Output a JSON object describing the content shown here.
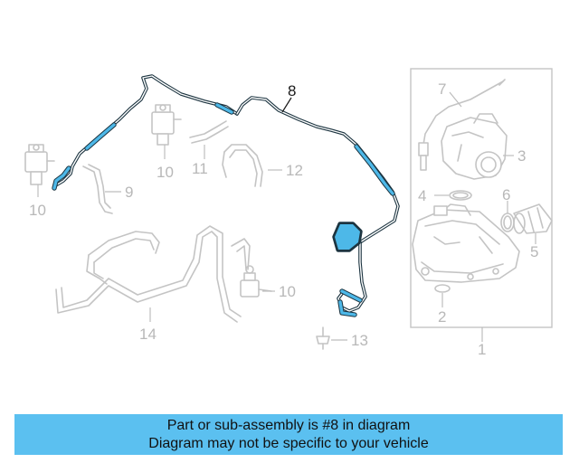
{
  "banner": {
    "line1": "Part or sub-assembly is #8 in diagram",
    "line2": "Diagram may not be specific to your vehicle"
  },
  "callouts": {
    "c1": "1",
    "c2": "2",
    "c3": "3",
    "c4": "4",
    "c5": "5",
    "c6": "6",
    "c7": "7",
    "c8": "8",
    "c9": "9",
    "c10a": "10",
    "c10b": "10",
    "c10c": "10",
    "c11": "11",
    "c12": "12",
    "c13": "13",
    "c14": "14"
  },
  "colors": {
    "highlight_part": "#4db8e8",
    "banner_bg": "#5bc0f0",
    "ghost_parts": "#c4c4c4"
  },
  "highlighted_part": "8"
}
